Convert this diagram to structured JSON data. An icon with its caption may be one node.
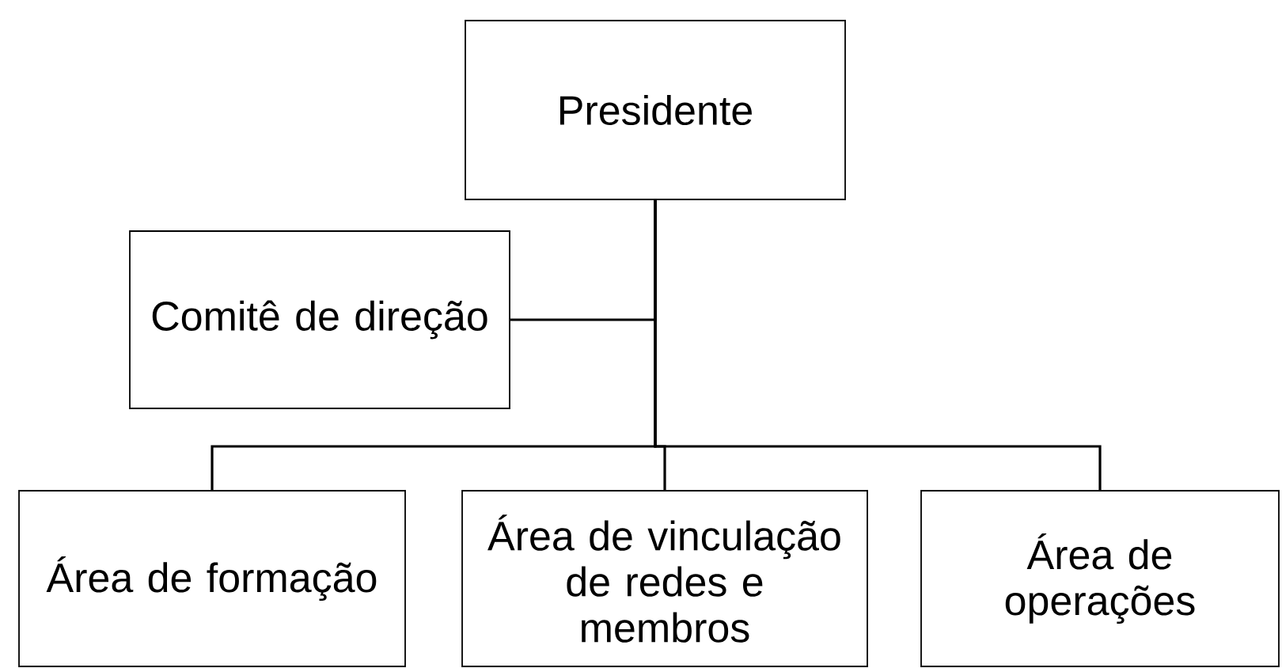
{
  "diagram": {
    "nodes": [
      {
        "text": [
          "Presidente"
        ]
      },
      {
        "text": [
          "Comitê de direção"
        ]
      },
      {
        "text": [
          "Área de formação"
        ]
      },
      {
        "text": [
          "Área de vinculação de redes e membros"
        ]
      },
      {
        "text": [
          "Área de operações"
        ]
      }
    ],
    "edges": [
      {
        "from": 0,
        "to": 1,
        "arrow": "none"
      },
      {
        "from": 0,
        "to": 2,
        "arrow": "none"
      },
      {
        "from": 0,
        "to": 3,
        "arrow": "none"
      },
      {
        "from": 0,
        "to": 4,
        "arrow": "none"
      }
    ]
  }
}
